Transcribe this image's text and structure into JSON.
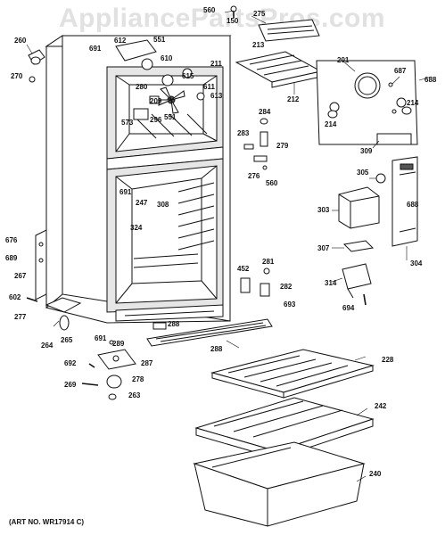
{
  "watermark": "AppliancePartsPros.com",
  "art_number": "(ART NO. WR17914 C)",
  "part_labels": [
    "560",
    "150",
    "275",
    "213",
    "260",
    "691",
    "612",
    "551",
    "610",
    "201",
    "270",
    "615",
    "211",
    "687",
    "688",
    "280",
    "209",
    "611",
    "613",
    "212",
    "573",
    "296",
    "551",
    "284",
    "214",
    "214",
    "279",
    "283",
    "309",
    "305",
    "276",
    "560",
    "691",
    "308",
    "247",
    "303",
    "688",
    "324",
    "676",
    "689",
    "267",
    "307",
    "452",
    "281",
    "282",
    "314",
    "304",
    "602",
    "693",
    "694",
    "277",
    "288",
    "264",
    "265",
    "691",
    "289",
    "288",
    "228",
    "692",
    "287",
    "269",
    "278",
    "263",
    "242",
    "240"
  ]
}
